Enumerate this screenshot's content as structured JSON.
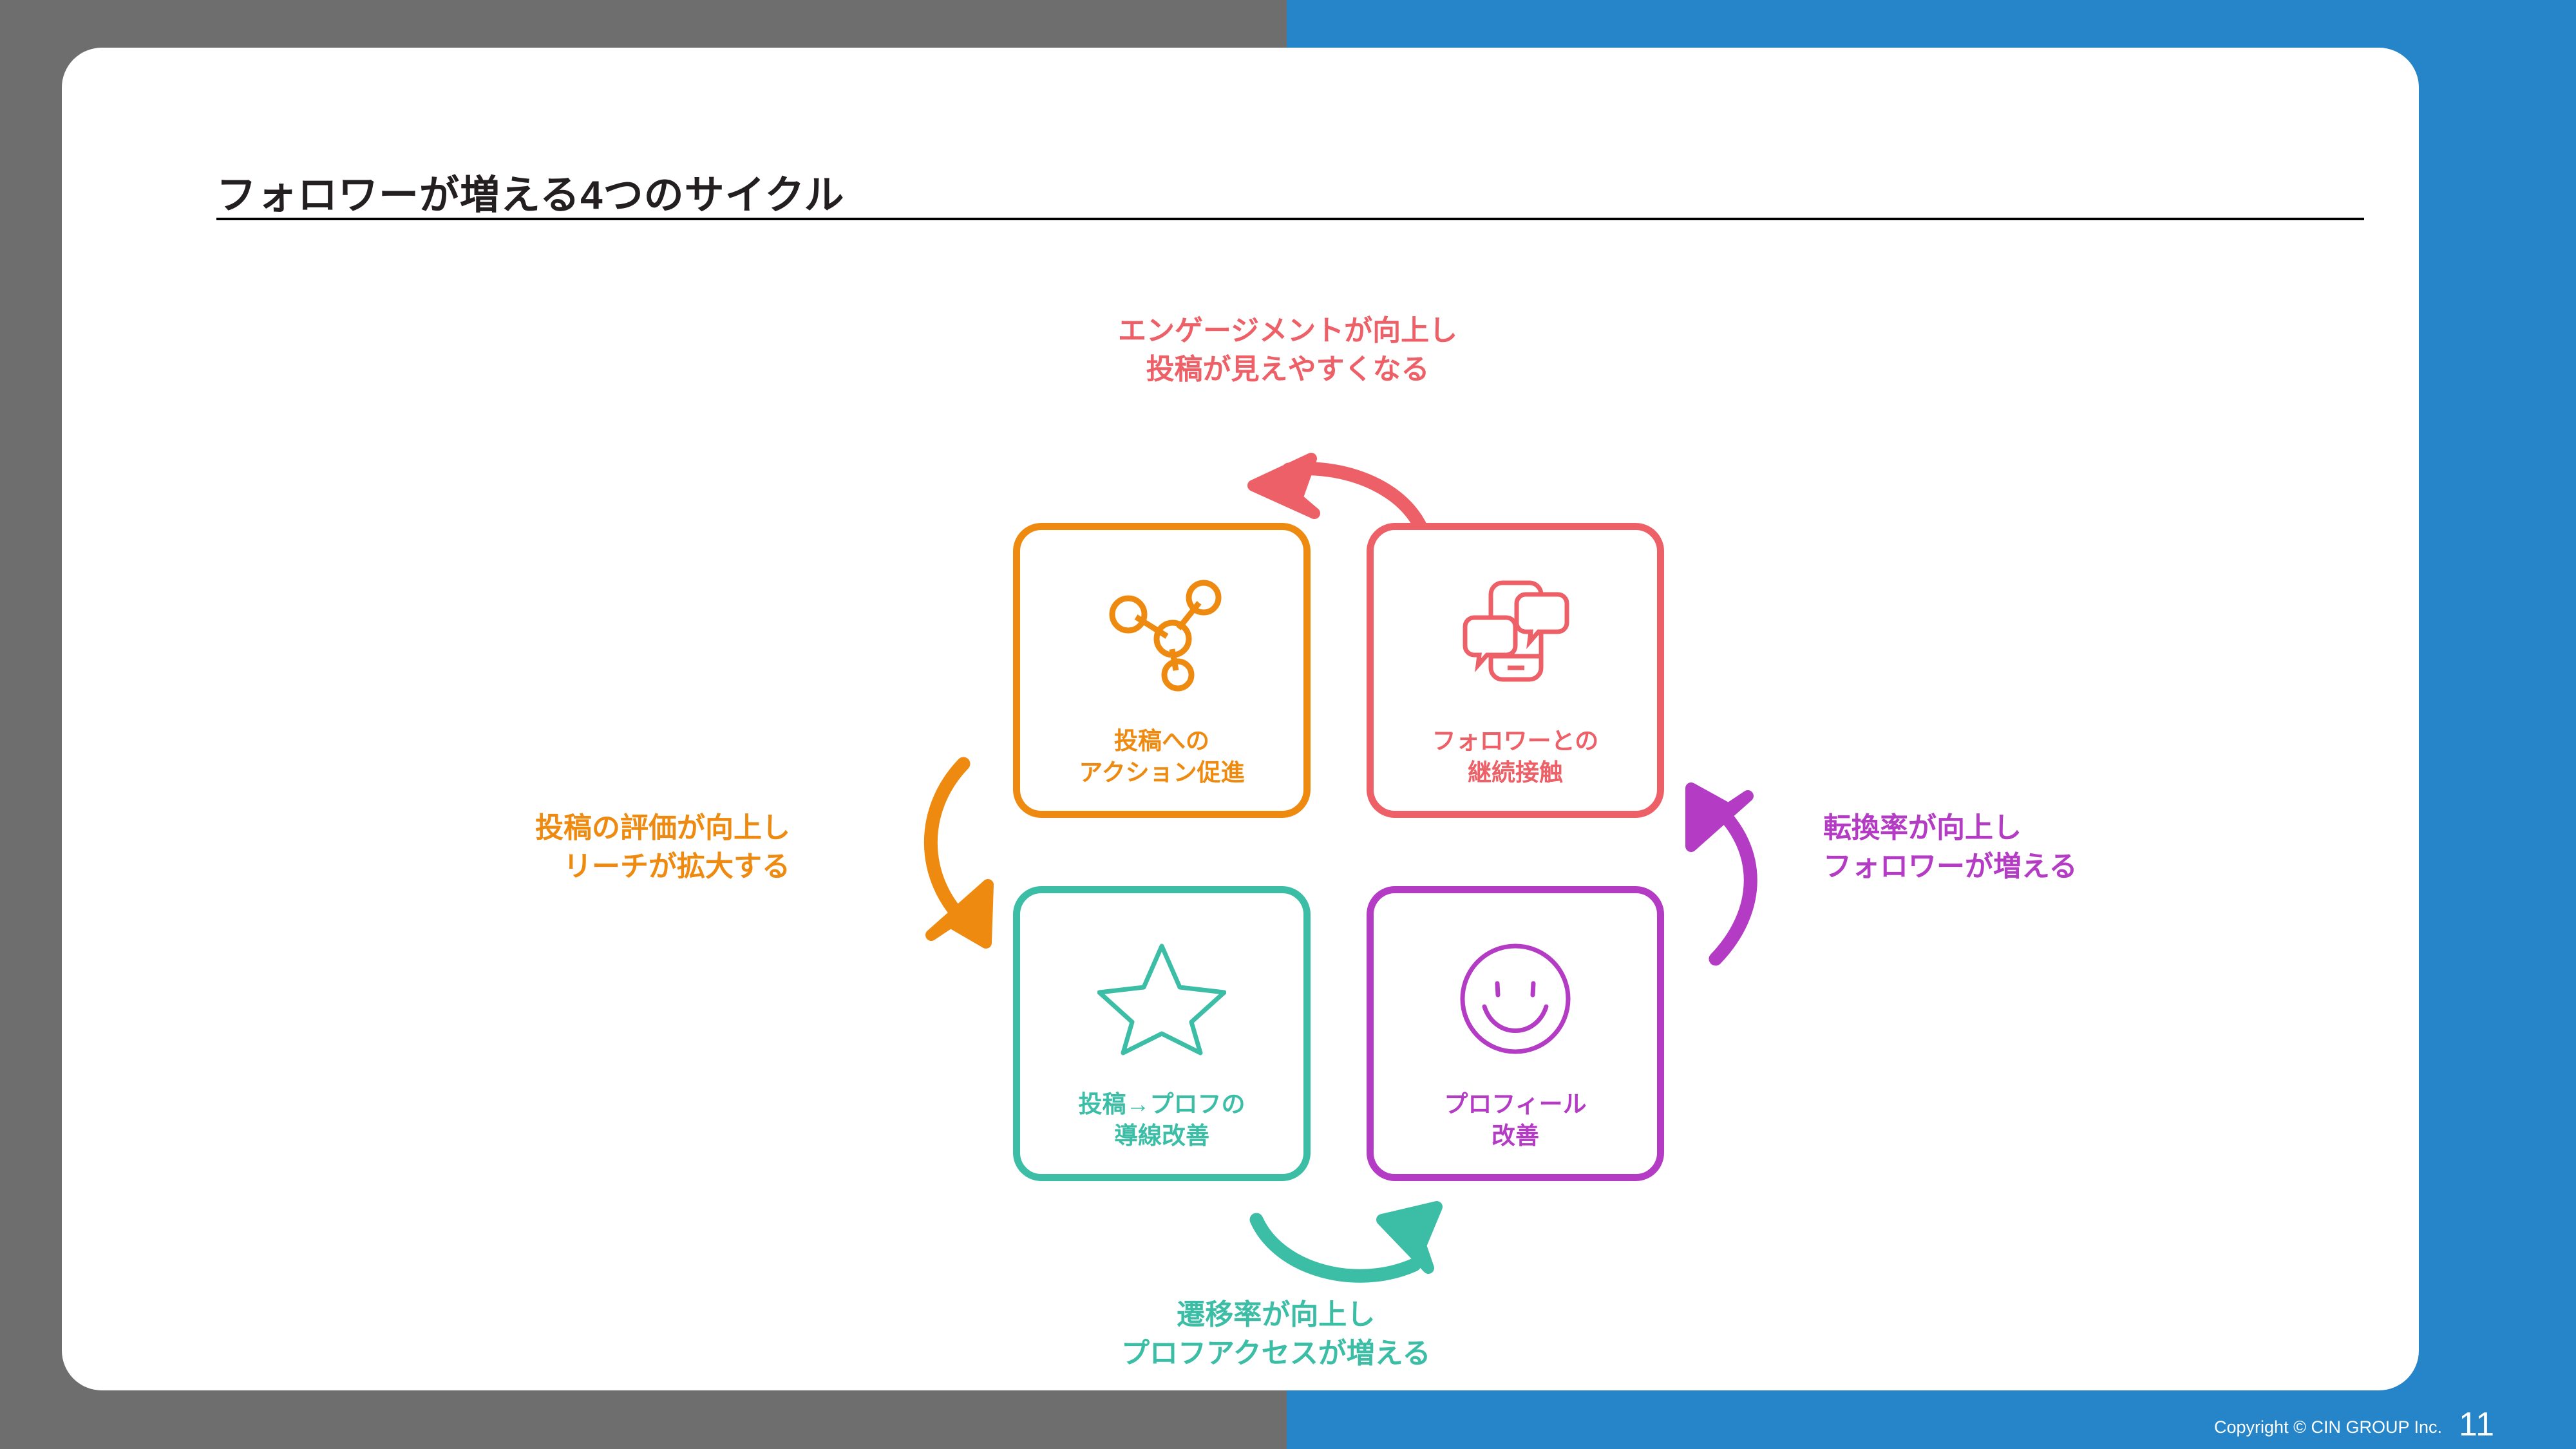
{
  "slide": {
    "title": "フォロワーが増える4つのサイクル",
    "page_number": "11",
    "copyright": "Copyright © CIN GROUP Inc."
  },
  "theme": {
    "background_gray": "#6e6e6e",
    "background_blue": "#2585c8",
    "card_background": "#ffffff",
    "title_color": "#231f20",
    "orange": "#ee8a10",
    "pink": "#ee6068",
    "teal": "#3cbda6",
    "purple": "#b43cc4"
  },
  "cycle": {
    "boxes": [
      {
        "id": "action",
        "label_line1": "投稿への",
        "label_line2": "アクション促進",
        "color": "#ee8a10",
        "icon": "network-nodes-icon"
      },
      {
        "id": "contact",
        "label_line1": "フォロワーとの",
        "label_line2": "継続接触",
        "color": "#ee6068",
        "icon": "smartphone-chat-icon"
      },
      {
        "id": "flow",
        "label_line1": "投稿→プロフの",
        "label_line2": "導線改善",
        "color": "#3cbda6",
        "icon": "star-icon"
      },
      {
        "id": "profile",
        "label_line1": "プロフィール",
        "label_line2": "改善",
        "color": "#b43cc4",
        "icon": "smiley-face-icon"
      }
    ],
    "captions": [
      {
        "id": "top",
        "line1": "エンゲージメントが向上し",
        "line2": "投稿が見えやすくなる",
        "color": "#ee6068",
        "arrow": "curved-arrow-left"
      },
      {
        "id": "right",
        "line1": "転換率が向上し",
        "line2": "フォロワーが増える",
        "color": "#b43cc4",
        "arrow": "curved-arrow-up"
      },
      {
        "id": "bottom",
        "line1": "遷移率が向上し",
        "line2": "プロフアクセスが増える",
        "color": "#3cbda6",
        "arrow": "curved-arrow-right"
      },
      {
        "id": "left",
        "line1": "投稿の評価が向上し",
        "line2": "リーチが拡大する",
        "color": "#ee8a10",
        "arrow": "curved-arrow-down"
      }
    ]
  }
}
